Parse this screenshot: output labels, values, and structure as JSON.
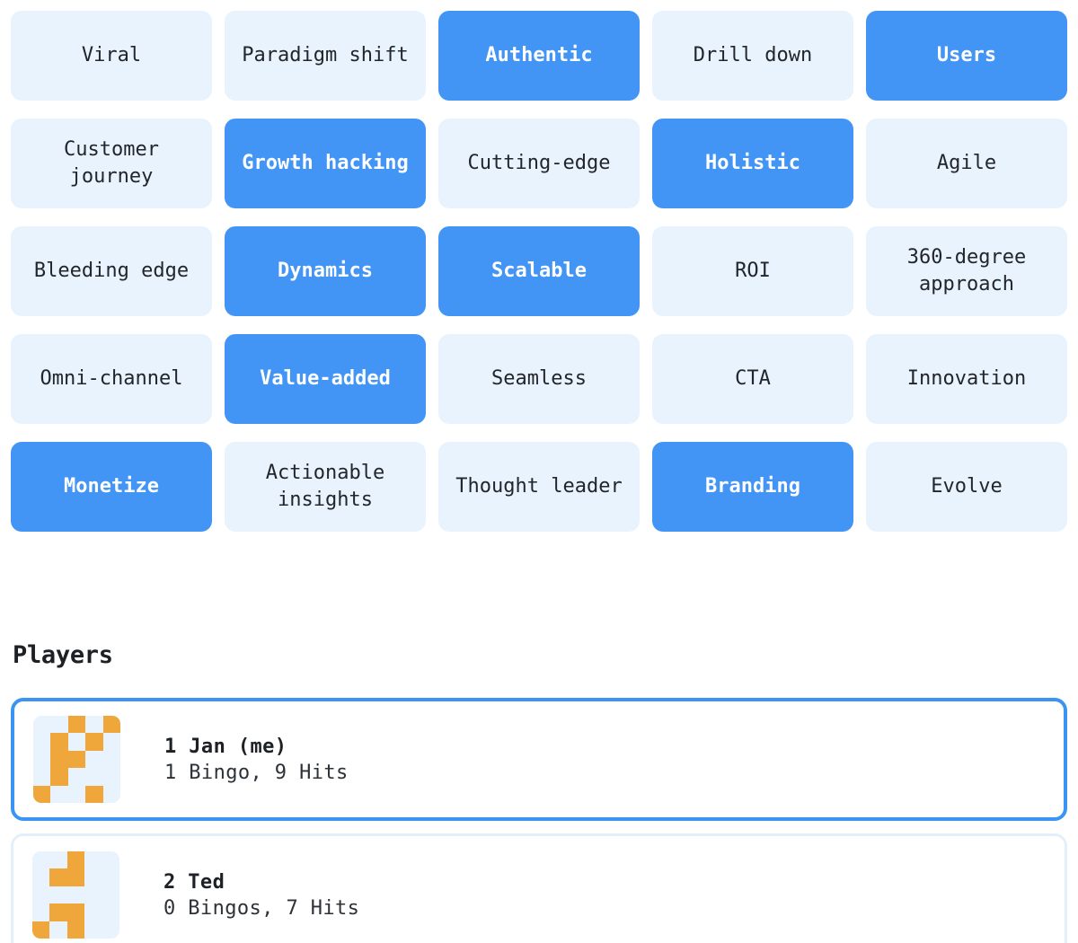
{
  "board": {
    "rows": 5,
    "cols": 5,
    "colors": {
      "marked_bg": "#4295f5",
      "marked_text": "#ffffff",
      "unmarked_bg": "#e9f3fd",
      "unmarked_text": "#22262b",
      "hit_orange": "#efa73c",
      "active_border": "#3b93f2",
      "inactive_border": "#e4effb"
    },
    "cells": [
      {
        "label": "Viral",
        "marked": false
      },
      {
        "label": "Paradigm shift",
        "marked": false
      },
      {
        "label": "Authentic",
        "marked": true
      },
      {
        "label": "Drill down",
        "marked": false
      },
      {
        "label": "Users",
        "marked": true
      },
      {
        "label": "Customer journey",
        "marked": false
      },
      {
        "label": "Growth hacking",
        "marked": true
      },
      {
        "label": "Cutting-edge",
        "marked": false
      },
      {
        "label": "Holistic",
        "marked": true
      },
      {
        "label": "Agile",
        "marked": false
      },
      {
        "label": "Bleeding edge",
        "marked": false
      },
      {
        "label": "Dynamics",
        "marked": true
      },
      {
        "label": "Scalable",
        "marked": true
      },
      {
        "label": "ROI",
        "marked": false
      },
      {
        "label": "360-degree approach",
        "marked": false
      },
      {
        "label": "Omni-channel",
        "marked": false
      },
      {
        "label": "Value-added",
        "marked": true
      },
      {
        "label": "Seamless",
        "marked": false
      },
      {
        "label": "CTA",
        "marked": false
      },
      {
        "label": "Innovation",
        "marked": false
      },
      {
        "label": "Monetize",
        "marked": true
      },
      {
        "label": "Actionable insights",
        "marked": false
      },
      {
        "label": "Thought leader",
        "marked": false
      },
      {
        "label": "Branding",
        "marked": true
      },
      {
        "label": "Evolve",
        "marked": false
      }
    ]
  },
  "players_section": {
    "heading": "Players",
    "players": [
      {
        "name": "1 Jan (me)",
        "score": "1 Bingo, 9 Hits",
        "active": true,
        "mini_board": [
          [
            0,
            0,
            1,
            0,
            1
          ],
          [
            0,
            1,
            0,
            1,
            0
          ],
          [
            0,
            1,
            1,
            0,
            0
          ],
          [
            0,
            1,
            0,
            0,
            0
          ],
          [
            1,
            0,
            0,
            1,
            0
          ]
        ]
      },
      {
        "name": "2 Ted",
        "score": "0 Bingos, 7 Hits",
        "active": false,
        "mini_board": [
          [
            0,
            0,
            1,
            0,
            0
          ],
          [
            0,
            1,
            1,
            0,
            0
          ],
          [
            0,
            0,
            0,
            0,
            0
          ],
          [
            0,
            1,
            1,
            0,
            0
          ],
          [
            1,
            0,
            1,
            0,
            0
          ]
        ]
      }
    ]
  }
}
